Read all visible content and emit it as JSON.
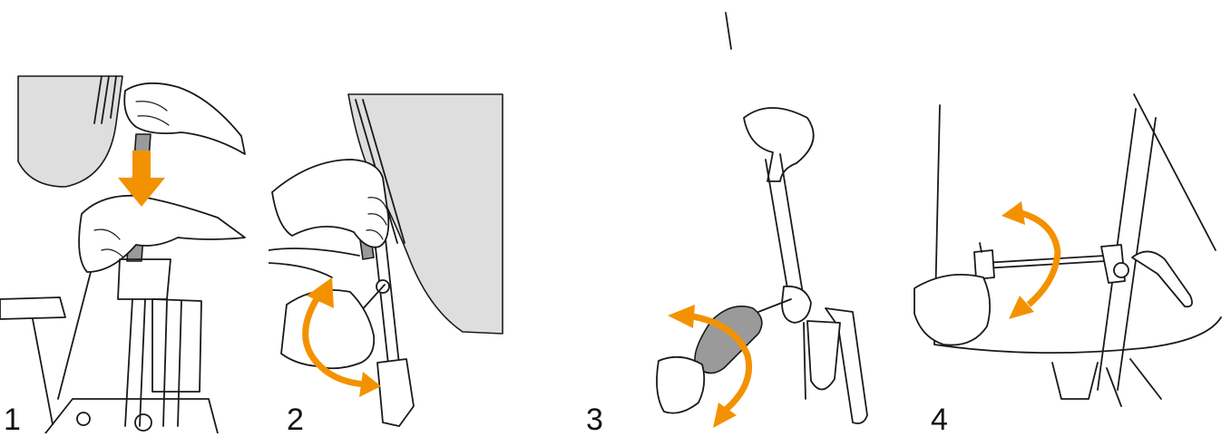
{
  "accent_color": "#f39200",
  "steps": [
    {
      "number": "1",
      "illustration": "push-rod-down",
      "arrow_icon": "down-arrow-icon"
    },
    {
      "number": "2",
      "illustration": "tighten-with-wrench",
      "arrow_icon": "rotate-arrow-icon"
    },
    {
      "number": "3",
      "illustration": "turn-screwdriver",
      "arrow_icon": "rotate-arrow-icon"
    },
    {
      "number": "4",
      "illustration": "turn-hex-key",
      "arrow_icon": "rotate-arrow-icon"
    }
  ]
}
